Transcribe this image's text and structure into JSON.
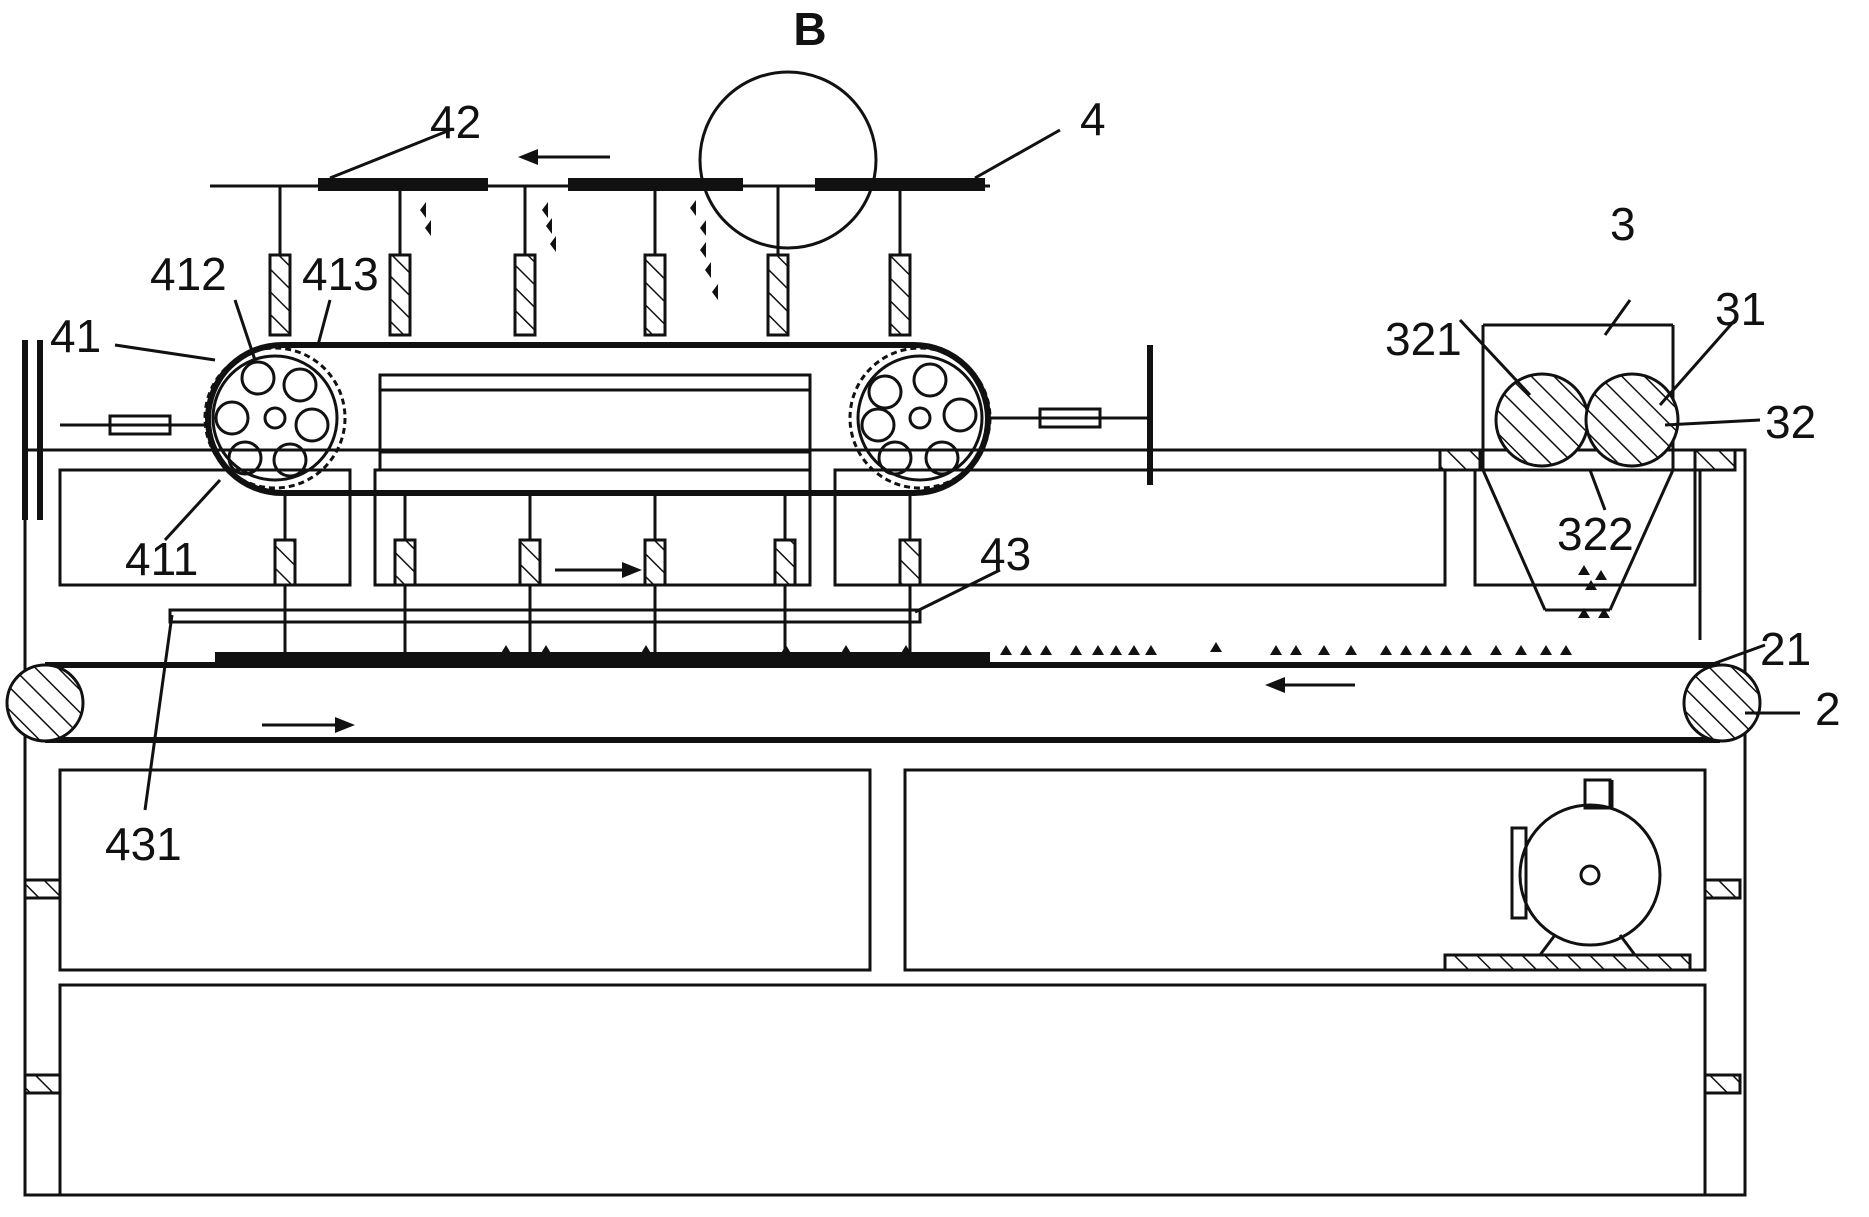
{
  "detail_marker": "B",
  "labels": {
    "l4": "4",
    "l42": "42",
    "l3": "3",
    "l31": "31",
    "l32": "32",
    "l321": "321",
    "l322": "322",
    "l41": "41",
    "l411": "411",
    "l412": "412",
    "l413": "413",
    "l43": "43",
    "l431": "431",
    "l2": "2",
    "l21": "21"
  },
  "colors": {
    "line": "#111111",
    "background": "#ffffff"
  }
}
